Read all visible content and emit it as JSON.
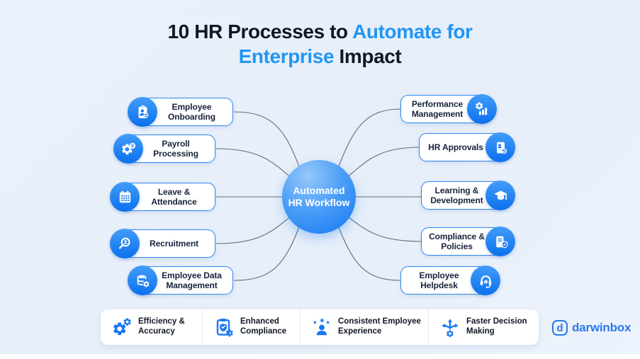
{
  "title": {
    "line1": [
      {
        "text": "10 HR Processes to ",
        "color": "dark"
      },
      {
        "text": "Automate for",
        "color": "blue"
      }
    ],
    "line2": [
      {
        "text": "Enterprise",
        "color": "blue"
      },
      {
        "text": " Impact",
        "color": "dark"
      }
    ]
  },
  "center": {
    "label": "Automated HR Workflow"
  },
  "processes": {
    "left": [
      {
        "label": "Employee Onboarding",
        "icon": "clipboard-user-icon"
      },
      {
        "label": "Payroll Processing",
        "icon": "gear-dollar-icon"
      },
      {
        "label": "Leave & Attendance",
        "icon": "calendar-icon"
      },
      {
        "label": "Recruitment",
        "icon": "magnifier-user-icon"
      },
      {
        "label": "Employee Data Management",
        "icon": "database-gear-icon"
      }
    ],
    "right": [
      {
        "label": "Performance Management",
        "icon": "gear-chart-icon"
      },
      {
        "label": "HR Approvals",
        "icon": "document-check-icon"
      },
      {
        "label": "Learning & Development",
        "icon": "graduation-cap-icon"
      },
      {
        "label": "Compliance & Policies",
        "icon": "document-shield-icon"
      },
      {
        "label": "Employee Helpdesk",
        "icon": "headset-icon"
      }
    ]
  },
  "benefits": [
    {
      "label": "Efficiency & Accuracy",
      "icon": "double-gears-icon"
    },
    {
      "label": "Enhanced Compliance",
      "icon": "clipboard-shield-icon"
    },
    {
      "label": "Consistent Employee Experience",
      "icon": "person-stars-icon"
    },
    {
      "label": "Faster Decision Making",
      "icon": "branching-arrows-icon"
    }
  ],
  "brand": {
    "logo_letter": "d",
    "name": "darwinbox"
  },
  "colors": {
    "accent_blue": "#2196F3",
    "icon_blue": "#1877F2",
    "dark_text": "#101726",
    "background": "#E9F0FA",
    "box_border": "#2E86F0",
    "brand_blue": "#2979EC"
  }
}
